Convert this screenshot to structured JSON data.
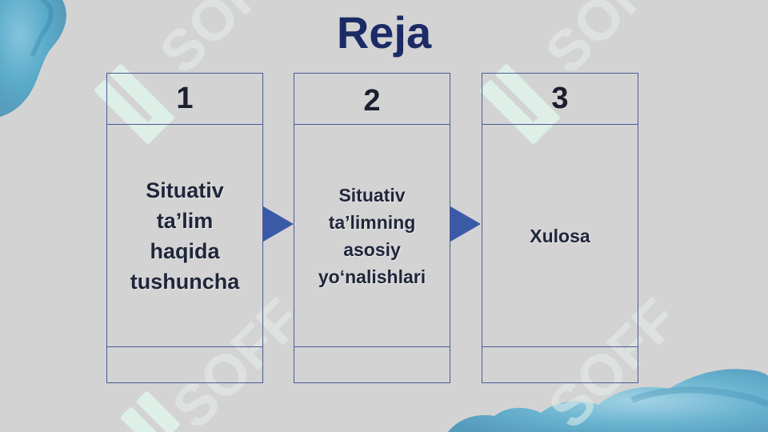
{
  "slide": {
    "title": "Reja",
    "steps": [
      {
        "number": "1",
        "text_lines": [
          "Situativ",
          "ta’lim",
          "haqida",
          "tushuncha"
        ]
      },
      {
        "number": "2",
        "text_lines": [
          "Situativ",
          "ta’limning",
          "asosiy",
          "yo‘nalishlari"
        ]
      },
      {
        "number": "3",
        "text_lines": [
          "Xulosa"
        ]
      }
    ],
    "watermark_text": "SOFF",
    "colors": {
      "background": "#d3d3d3",
      "title": "#1c2b66",
      "card_border": "#4a5a99",
      "arrow": "#3a5aa8",
      "watermark": "#dff5ea",
      "watercolor": "#4fa7c9"
    }
  }
}
